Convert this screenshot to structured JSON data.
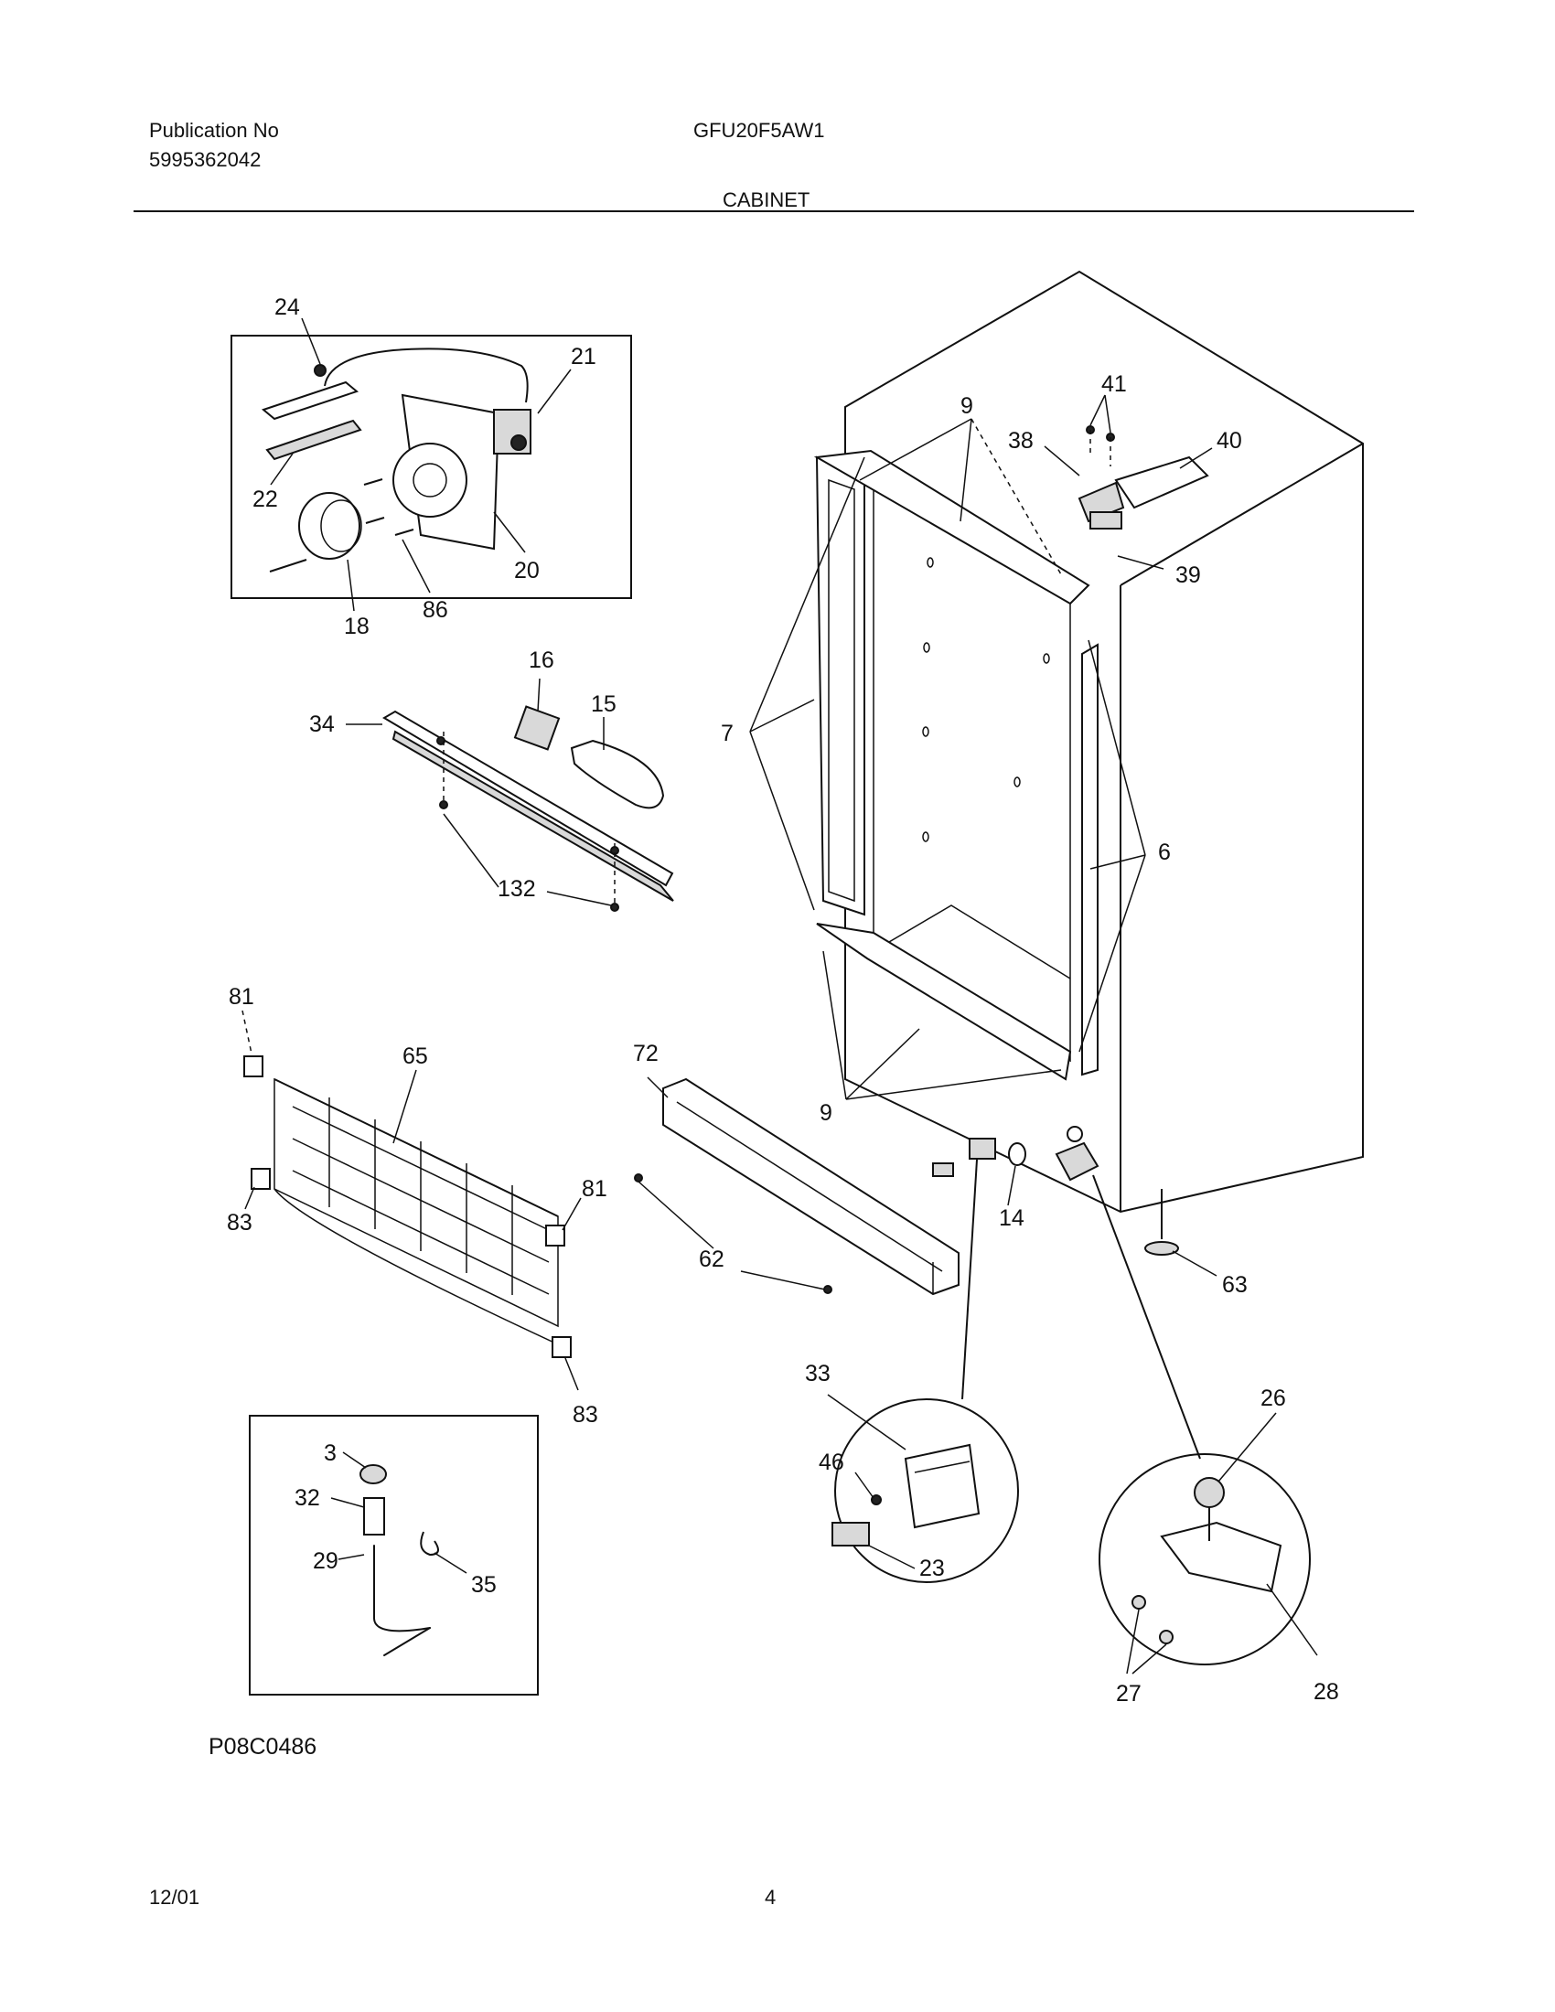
{
  "header": {
    "publication_label": "Publication No",
    "publication_number": "5995362042",
    "model": "GFU20F5AW1",
    "section": "CABINET"
  },
  "footer": {
    "drawing_id": "P08C0486",
    "date": "12/01",
    "page_number": "4"
  },
  "callouts": {
    "c24": "24",
    "c21": "21",
    "c22": "22",
    "c20": "20",
    "c18": "18",
    "c86": "86",
    "c16": "16",
    "c15": "15",
    "c34": "34",
    "c132": "132",
    "c9a": "9",
    "c41": "41",
    "c38": "38",
    "c40": "40",
    "c39": "39",
    "c7": "7",
    "c6": "6",
    "c9b": "9",
    "c81a": "81",
    "c65": "65",
    "c72": "72",
    "c83a": "83",
    "c81b": "81",
    "c83b": "83",
    "c62": "62",
    "c14": "14",
    "c63": "63",
    "c33": "33",
    "c46": "46",
    "c23": "23",
    "c26": "26",
    "c27": "27",
    "c28": "28",
    "c3": "3",
    "c32": "32",
    "c29": "29",
    "c35": "35"
  }
}
